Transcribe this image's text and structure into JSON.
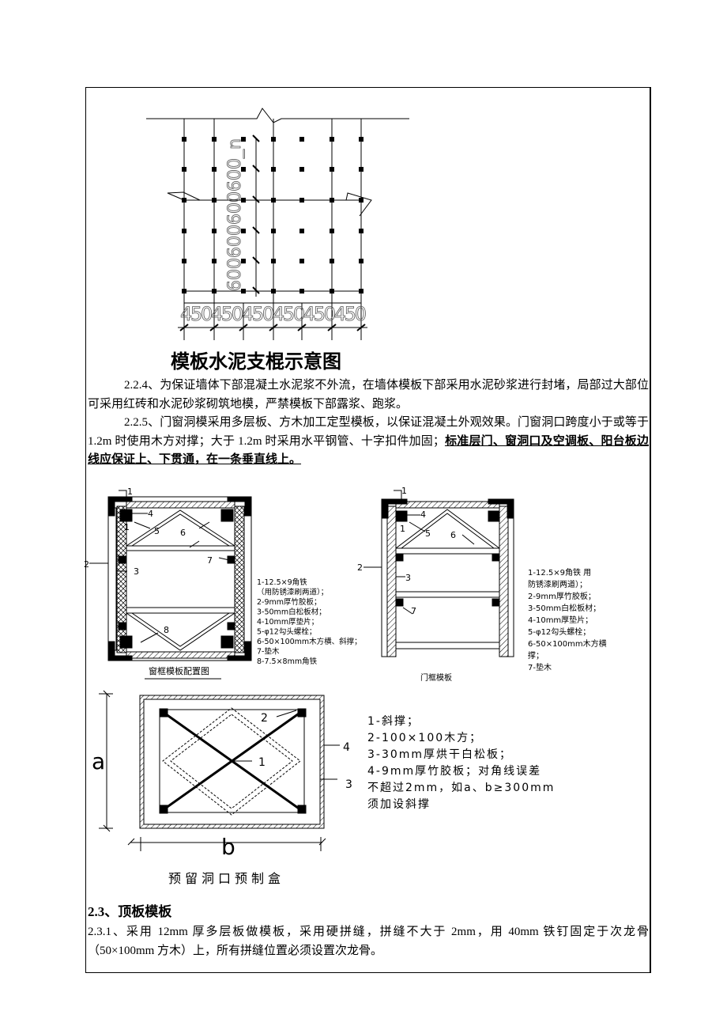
{
  "figure1": {
    "dim_vertical": "600600600600_n",
    "dim_horizontal": "450450450450450450",
    "title": "模板水泥支棍示意图"
  },
  "paragraphs": {
    "p224": "2.2.4、为保证墙体下部混凝土水泥浆不外流，在墙体模板下部采用水泥砂浆进行封堵，局部过大部位可采用红砖和水泥砂浆砌筑地模，严禁模板下部露浆、跑浆。",
    "p225_plain": "2.2.5、门窗洞模采用多层板、方木加工定型模板，以保证混凝土外观效果。门窗洞口跨度小于或等于 1.2m 时使用木方对撑；大于 1.2m 时采用水平钢管、十字扣件加固；",
    "p225_emph": "标准层门、窗洞口及空调板、阳台板边线应保证上、下贯通，在一条垂直线上。"
  },
  "window_frame": {
    "caption": "窗框模板配置图",
    "callouts": [
      "1",
      "2",
      "3",
      "4",
      "5",
      "6",
      "7",
      "8",
      "1"
    ],
    "legend": [
      "1-12.5×9角铁",
      "（用防锈漆刷两道）；",
      "2-9mm厚竹胶板；",
      "3-50mm白松板材；",
      "4-10mm厚垫片；",
      "5-φ12勾头螺栓；",
      "6-50×100mm木方横、斜撑；",
      "7-垫木",
      "8-7.5×8mm角铁"
    ]
  },
  "door_frame": {
    "caption": "门框模板",
    "callouts": [
      "1",
      "2",
      "3",
      "4",
      "5",
      "6",
      "7",
      "1"
    ],
    "legend": [
      "1-12.5×9角铁 用",
      "防锈漆刷两道）；",
      "2-9mm厚竹胶板；",
      "3-50mm白松板材；",
      "4-10mm厚垫片；",
      "5-φ12勾头螺栓；",
      "6-50×100mm木方横",
      "撑；",
      "7-垫木"
    ]
  },
  "box": {
    "caption": "预留洞口预制盒",
    "dim_a": "a",
    "dim_b": "b",
    "callouts": [
      "1",
      "2",
      "3",
      "4"
    ],
    "legend": [
      "1-斜撑；",
      "2-100×100木方；",
      "3-30mm厚烘干白松板；",
      "4-9mm厚竹胶板；对角线误差",
      "不超过2mm，如a、b≥300mm",
      "须加设斜撑"
    ]
  },
  "section23": {
    "heading": "2.3、顶板模板",
    "p231": "2.3.1、采用 12mm 厚多层板做模板，采用硬拼缝，拼缝不大于 2mm，用 40mm 铁钉固定于次龙骨（50×100mm 方木）上，所有拼缝位置必须设置次龙骨。"
  }
}
